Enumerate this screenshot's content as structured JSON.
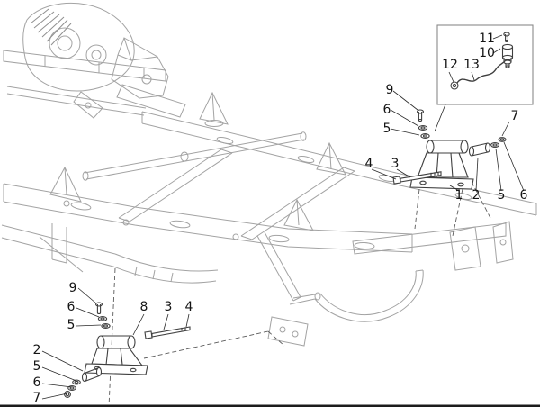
{
  "figure": {
    "background": "#ffffff",
    "frame_color": "#a3a3a3",
    "part_color": "#3f3f3f",
    "leader_color": "#2a2a2a",
    "callout_color": "#141414",
    "dashed_color": "#5a5a5a",
    "inset_border_color": "#8a8a8a",
    "bottom_edge_color": "#1c1c1c"
  },
  "callouts": {
    "inset": [
      {
        "label": "11"
      },
      {
        "label": "10"
      },
      {
        "label": "12"
      },
      {
        "label": "13"
      }
    ],
    "upper": [
      {
        "label": "9"
      },
      {
        "label": "6"
      },
      {
        "label": "5"
      },
      {
        "label": "7"
      },
      {
        "label": "4"
      },
      {
        "label": "3"
      },
      {
        "label": "1"
      },
      {
        "label": "2"
      },
      {
        "label": "5"
      },
      {
        "label": "6"
      }
    ],
    "lower": [
      {
        "label": "9"
      },
      {
        "label": "6"
      },
      {
        "label": "5"
      },
      {
        "label": "8"
      },
      {
        "label": "3"
      },
      {
        "label": "4"
      },
      {
        "label": "2"
      },
      {
        "label": "5"
      },
      {
        "label": "6"
      },
      {
        "label": "7"
      }
    ]
  }
}
